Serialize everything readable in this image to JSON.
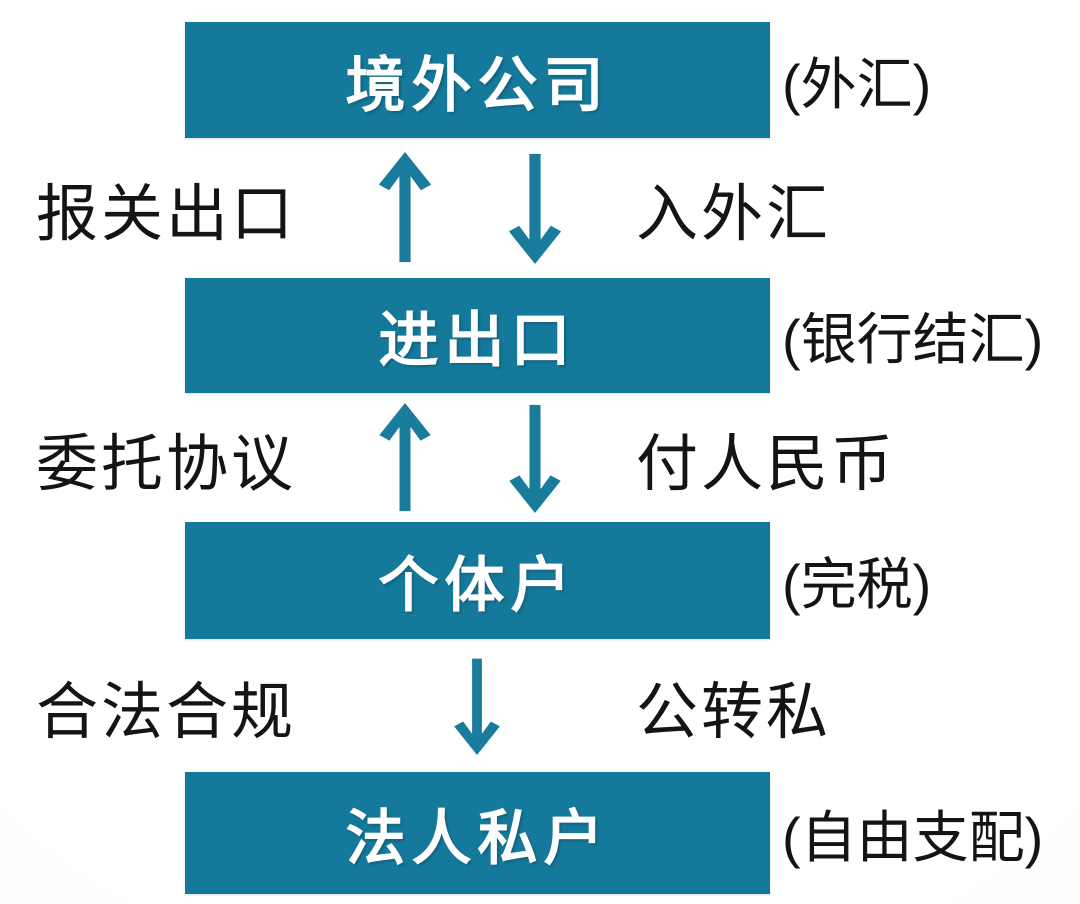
{
  "diagram": {
    "type": "vertical-flowchart",
    "colors": {
      "box_fill": "#15799b",
      "arrow": "#1a7c9d",
      "box_text": "#ffffff",
      "label_text": "#141414",
      "background": "#fcfcfc"
    },
    "nodes": [
      {
        "label": "境外公司",
        "annotation": "(外汇)"
      },
      {
        "label": "进出口",
        "annotation": "(银行结汇)"
      },
      {
        "label": "个体户",
        "annotation": "(完税)"
      },
      {
        "label": "法人私户",
        "annotation": "(自由支配)"
      }
    ],
    "connectors": [
      {
        "left_label": "报关出口",
        "right_label": "入外汇",
        "arrows": [
          "up",
          "down"
        ]
      },
      {
        "left_label": "委托协议",
        "right_label": "付人民币",
        "arrows": [
          "up",
          "down"
        ]
      },
      {
        "left_label": "合法合规",
        "right_label": "公转私",
        "arrows": [
          "down"
        ]
      }
    ]
  }
}
